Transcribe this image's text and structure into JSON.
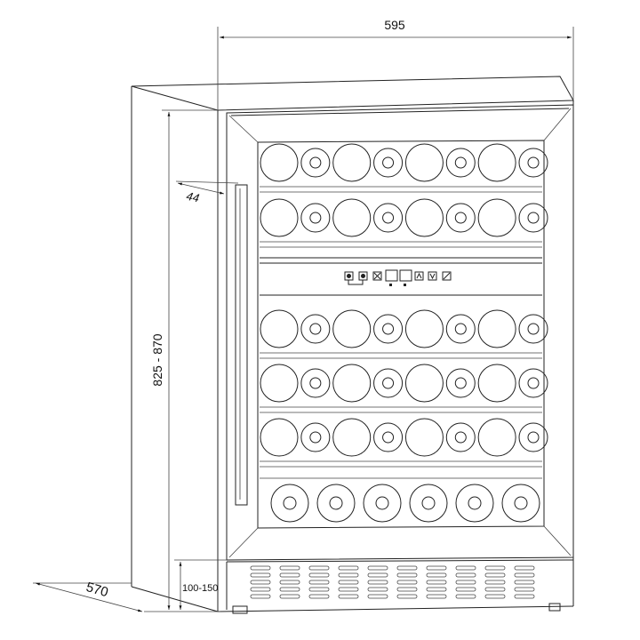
{
  "dimensions": {
    "width": "595",
    "height": "825 - 870",
    "depth": "570",
    "handle_depth": "44",
    "plinth_height": "100-150"
  },
  "shelves": {
    "upper_zone_rows": 2,
    "lower_zone_rows": 3,
    "bottles_per_row": 8,
    "bottom_rack_bottles": 6
  },
  "colors": {
    "line": "#222222",
    "background": "#ffffff"
  }
}
